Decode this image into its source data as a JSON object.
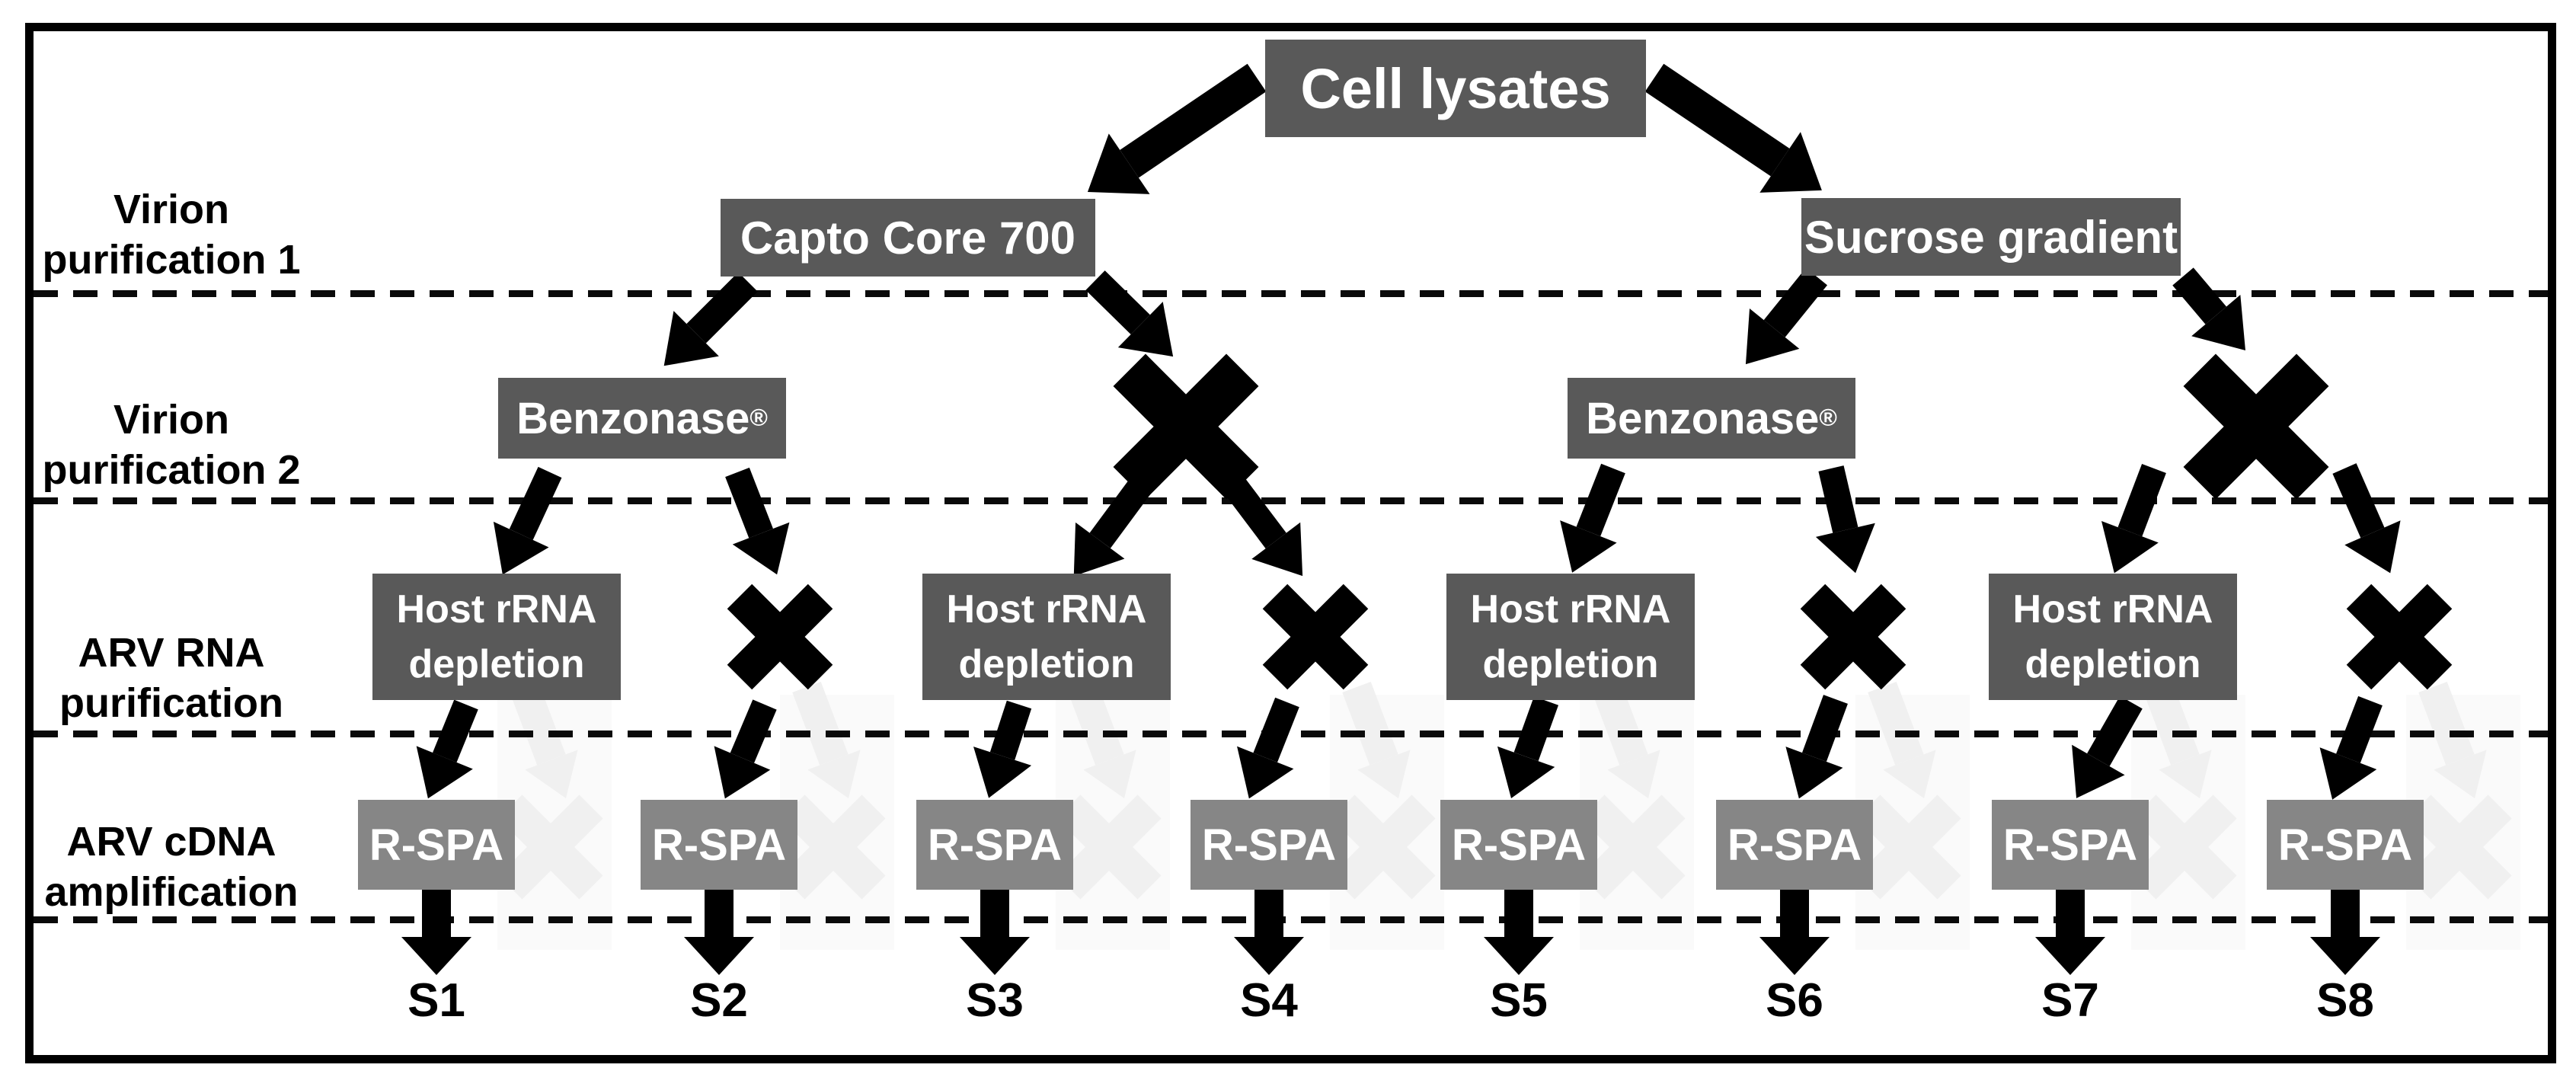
{
  "diagram": {
    "stages": [
      {
        "label_lines": [
          "Virion",
          "purification 1"
        ]
      },
      {
        "label_lines": [
          "Virion",
          "purification 2"
        ]
      },
      {
        "label_lines": [
          "ARV RNA",
          "purification"
        ]
      },
      {
        "label_lines": [
          "ARV cDNA",
          "amplification"
        ]
      }
    ],
    "nodes": {
      "cell_lysates": {
        "label": "Cell lysates"
      },
      "capto_core": {
        "label": "Capto Core 700"
      },
      "sucrose_gradient": {
        "label": "Sucrose gradient"
      },
      "benzonase": {
        "label": "Benzonase",
        "registered_mark": "®"
      },
      "host_rrna_depletion": {
        "label_lines": [
          "Host rRNA",
          "depletion"
        ]
      },
      "r_spa": {
        "label": "R-SPA"
      }
    },
    "samples": [
      "S1",
      "S2",
      "S3",
      "S4",
      "S5",
      "S6",
      "S7",
      "S8"
    ],
    "colors": {
      "dark_box": "#595959",
      "medium_box": "#868686",
      "box_text": "#ffffff",
      "arrow": "#000000",
      "x_mark": "#000000",
      "ghost": "#f0f0f0",
      "ghost_band": "#fafafa",
      "label_text": "#000000",
      "border": "#000000",
      "background": "#ffffff"
    }
  }
}
